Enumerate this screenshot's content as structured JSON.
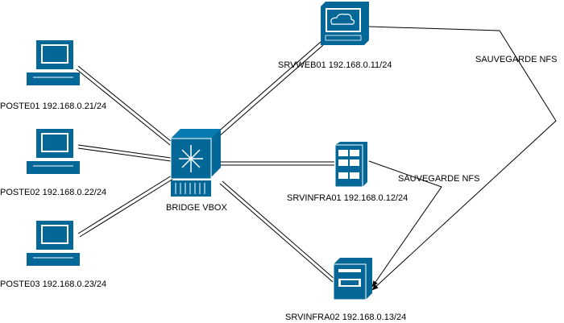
{
  "diagram": {
    "colors": {
      "device_fill": "#036897",
      "device_light": "#ffffff",
      "link": "#000000",
      "background": "#ffffff"
    },
    "nodes": {
      "poste01": {
        "label": "POSTE01 192.168.0.21/24",
        "icon": "workstation-icon"
      },
      "poste02": {
        "label": "POSTE02 192.168.0.22/24",
        "icon": "workstation-icon"
      },
      "poste03": {
        "label": "POSTE03 192.168.0.23/24",
        "icon": "workstation-icon"
      },
      "bridge": {
        "label": "BRIDGE VBOX",
        "icon": "switch-icon"
      },
      "srvweb01": {
        "label": "SRVWEB01 192.168.0.11/24",
        "icon": "web-server-monitor-icon"
      },
      "srvinfra01": {
        "label": "SRVINFRA01 192.168.0.12/24",
        "icon": "server-rack-icon"
      },
      "srvinfra02": {
        "label": "SRVINFRA02 192.168.0.13/24",
        "icon": "server-tower-icon"
      }
    },
    "edges": {
      "nfs_backup_web": {
        "label": "SAUVEGARDE NFS",
        "from": "srvweb01",
        "to": "srvinfra02",
        "style": "arrow"
      },
      "nfs_backup_infra01": {
        "label": "SAUVEGARDE NFS",
        "from": "srvinfra01",
        "to": "srvinfra02",
        "style": "arrow"
      },
      "links": [
        "poste01-bridge",
        "poste02-bridge",
        "poste03-bridge",
        "bridge-srvweb01",
        "bridge-srvinfra01",
        "bridge-srvinfra02"
      ]
    }
  }
}
